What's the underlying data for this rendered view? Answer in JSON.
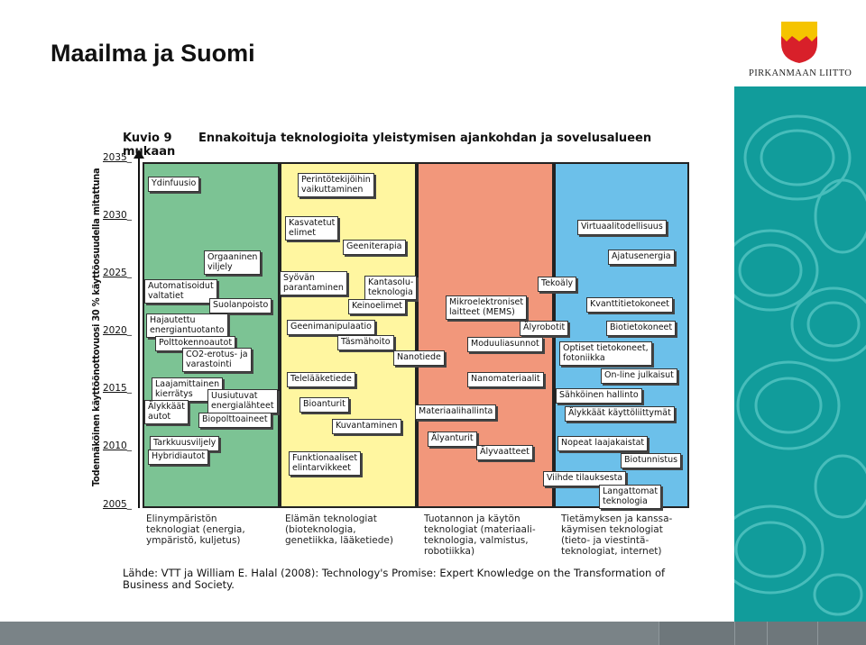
{
  "slide": {
    "title": "Maailma ja Suomi",
    "brand": "PIRKANMAAN LIITTO"
  },
  "colors": {
    "teal_panel": "#119c9b",
    "logo_yellow": "#f5c400",
    "logo_red": "#d8202a",
    "col_env": "#7cc394",
    "col_life": "#fff6a0",
    "col_prod": "#f2977b",
    "col_info": "#6cc0ea"
  },
  "diagram": {
    "figure_number": "Kuvio 9",
    "heading": "Ennakoituja teknologioita yleistymisen ajankohdan ja sovelusalueen mukaan",
    "y_axis_title": "Todennäköinen käyttöönottovuosi 30 % käyttöosuudella mitattuna",
    "years": [
      "2035",
      "2030",
      "2025",
      "2020",
      "2015",
      "2010",
      "2005"
    ],
    "columns": [
      {
        "label": "Elinympäristön\nteknologiat (energia,\nympäristö, kuljetus)"
      },
      {
        "label": "Elämän teknologiat\n(bioteknologia,\ngenetiikka, lääketiede)"
      },
      {
        "label": "Tuotannon ja käytön\nteknologiat (materiaali-\nteknologia, valmistus,\nrobotiikka)"
      },
      {
        "label": "Tietämyksen ja kanssa-\nkäymisen teknologiat\n(tieto- ja viestintä-\nteknologiat, internet)"
      }
    ],
    "technologies": [
      "Ydinfuusio",
      "Orgaaninen\nviljely",
      "Automatisoidut\nvaltatiet",
      "Suolanpoisto",
      "Hajautettu\nenergiantuotanto",
      "Polttokennoautot",
      "CO2-erotus- ja\nvarastointi",
      "Laajamittainen\nkierrätys",
      "Uusiutuvat\nenergialähteet",
      "Älykkäät\nautot",
      "Biopolttoaineet",
      "Tarkkuusviljely",
      "Hybridiautot",
      "Perintötekijöihin\nvaikuttaminen",
      "Kasvatetut\nelimet",
      "Geeniterapia",
      "Syövän\nparantaminen",
      "Kantasolu-\nteknologia",
      "Keinoelimet",
      "Geenimanipulaatio",
      "Täsmähoito",
      "Nanotiede",
      "Telelääketiede",
      "Bioanturit",
      "Kuvantaminen",
      "Funktionaaliset\nelintarvikkeet",
      "Mikroelektroniset\nlaitteet (MEMS)",
      "Moduuliasunnot",
      "Nanomateriaalit",
      "Materiaalihallinta",
      "Älyanturit",
      "Älyvaatteet",
      "Tekoäly",
      "Älyrobotit",
      "Virtuaalitodellisuus",
      "Ajatusenergia",
      "Kvanttitietokoneet",
      "Biotietokoneet",
      "Optiset tietokoneet,\nfotoniikka",
      "On-line julkaisut",
      "Sähköinen hallinto",
      "Älykkäät käyttöliittymät",
      "Nopeat laajakaistat",
      "Biotunnistus",
      "Viihde tilauksesta",
      "Langattomat\nteknologia"
    ],
    "source": "Lähde: VTT ja William E. Halal (2008): Technology's Promise: Expert Knowledge on the Transformation of Business and Society."
  }
}
